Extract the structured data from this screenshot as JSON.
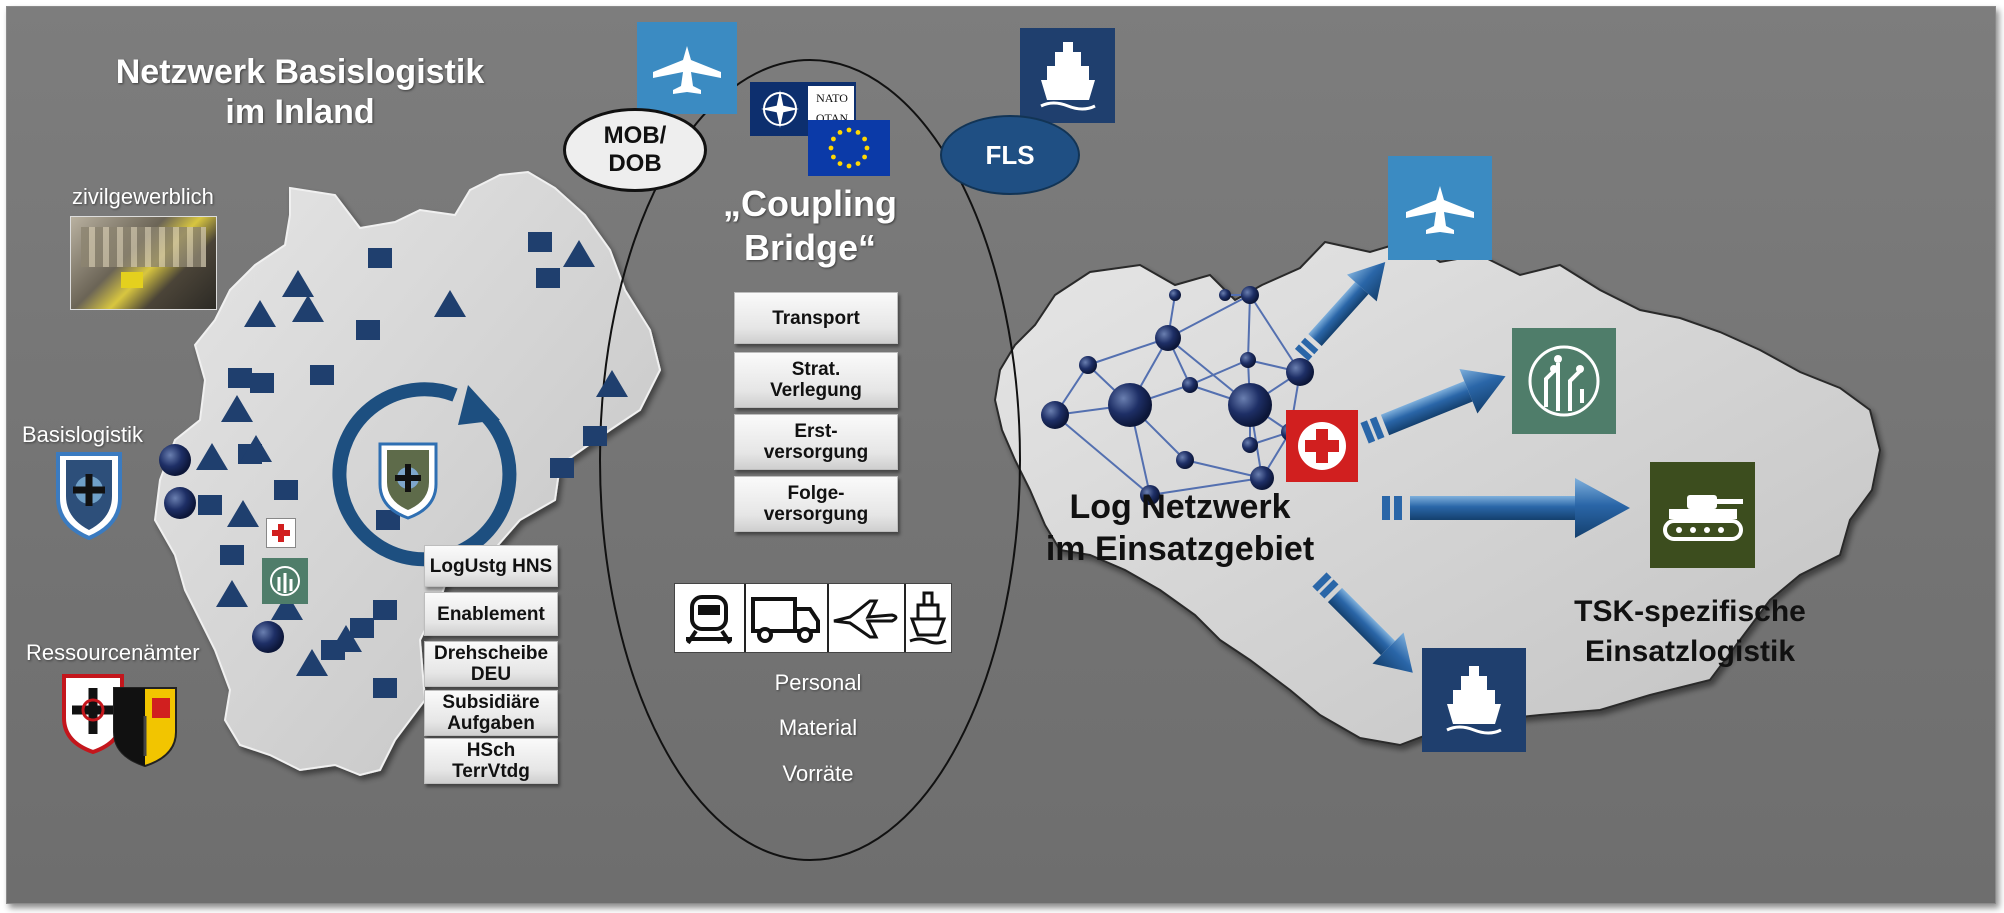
{
  "left": {
    "title": "Netzwerk Basislogistik\nim Inland",
    "label_civil": "zivilgewerblich",
    "label_basis": "Basislogistik",
    "label_resources": "Ressourcenämter",
    "boxes": [
      "LogUstg HNS",
      "Enablement",
      "Drehscheibe\nDEU",
      "Subsidiäre\nAufgaben",
      "HSch\nTerrVtdg"
    ]
  },
  "middle": {
    "mob_label": "MOB/\nDOB",
    "fls_label": "FLS",
    "nato_label": "NATO\nOTAN",
    "title": "„Coupling\nBridge“",
    "boxes": [
      "Transport",
      "Strat.\nVerlegung",
      "Erst-\nversorgung",
      "Folge-\nversorgung"
    ],
    "flows": [
      "Personal",
      "Material",
      "Vorräte"
    ]
  },
  "right": {
    "network_title": "Log Netzwerk\nim Einsatzgebiet",
    "tsk_title": "TSK-spezifische\nEinsatzlogistik"
  },
  "colors": {
    "navy": "#1f3f6e",
    "blue_light": "#3b8bc2",
    "green": "#4f7d6a",
    "olive": "#3c4d1e",
    "red": "#d11f1f",
    "map": "#d4d4d4"
  },
  "icons": [
    "aircraft-icon",
    "ship-icon",
    "nato-flag-icon",
    "eu-flag-icon",
    "medical-cross-icon",
    "logistics-emblem-icon",
    "tank-icon",
    "train-icon",
    "truck-icon",
    "airplane-icon",
    "cargo-ship-icon",
    "bundeswehr-emblem-icon"
  ]
}
